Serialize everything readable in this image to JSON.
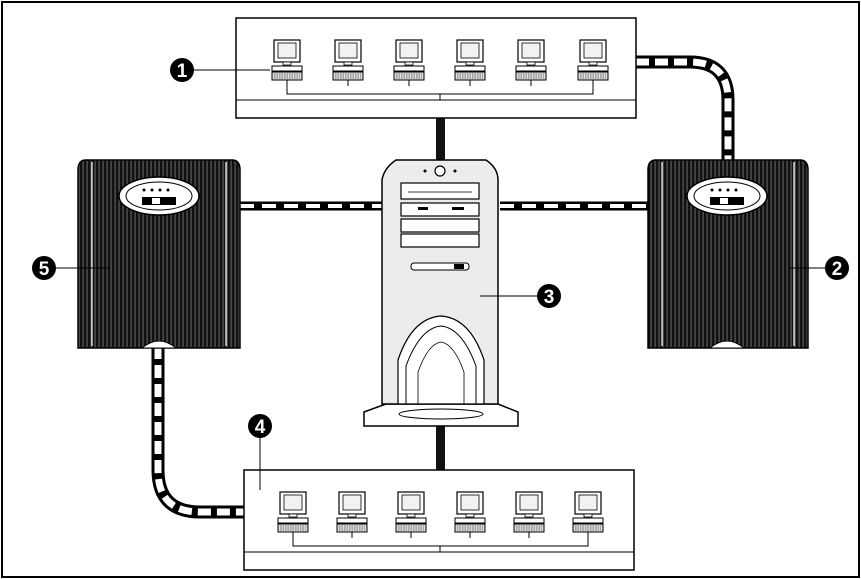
{
  "diagram": {
    "colors": {
      "line": "#000000",
      "background": "#ffffff",
      "ups_body": "#111111",
      "tower_fill": "#ececec"
    },
    "callouts": [
      {
        "id": "c1",
        "label": "1",
        "target": "top-workstation-group"
      },
      {
        "id": "c2",
        "label": "2",
        "target": "right-ups"
      },
      {
        "id": "c3",
        "label": "3",
        "target": "central-tower-server"
      },
      {
        "id": "c4",
        "label": "4",
        "target": "bottom-workstation-group"
      },
      {
        "id": "c5",
        "label": "5",
        "target": "left-ups"
      }
    ],
    "workstation_groups": [
      {
        "id": "top",
        "workstation_count": 6
      },
      {
        "id": "bottom",
        "workstation_count": 6
      }
    ],
    "ups_units": [
      {
        "id": "left",
        "panel_icons": [
          "power-icon",
          "status-icon"
        ]
      },
      {
        "id": "right",
        "panel_icons": [
          "power-icon",
          "status-icon"
        ]
      }
    ],
    "cables": [
      {
        "id": "tower-to-top-group",
        "style": "solid"
      },
      {
        "id": "tower-to-bottom-group",
        "style": "solid"
      },
      {
        "id": "left-ups-to-tower",
        "style": "striped"
      },
      {
        "id": "tower-to-right-ups",
        "style": "striped"
      },
      {
        "id": "top-group-to-right-ups",
        "style": "striped"
      },
      {
        "id": "left-ups-to-bottom-group",
        "style": "striped"
      }
    ]
  }
}
